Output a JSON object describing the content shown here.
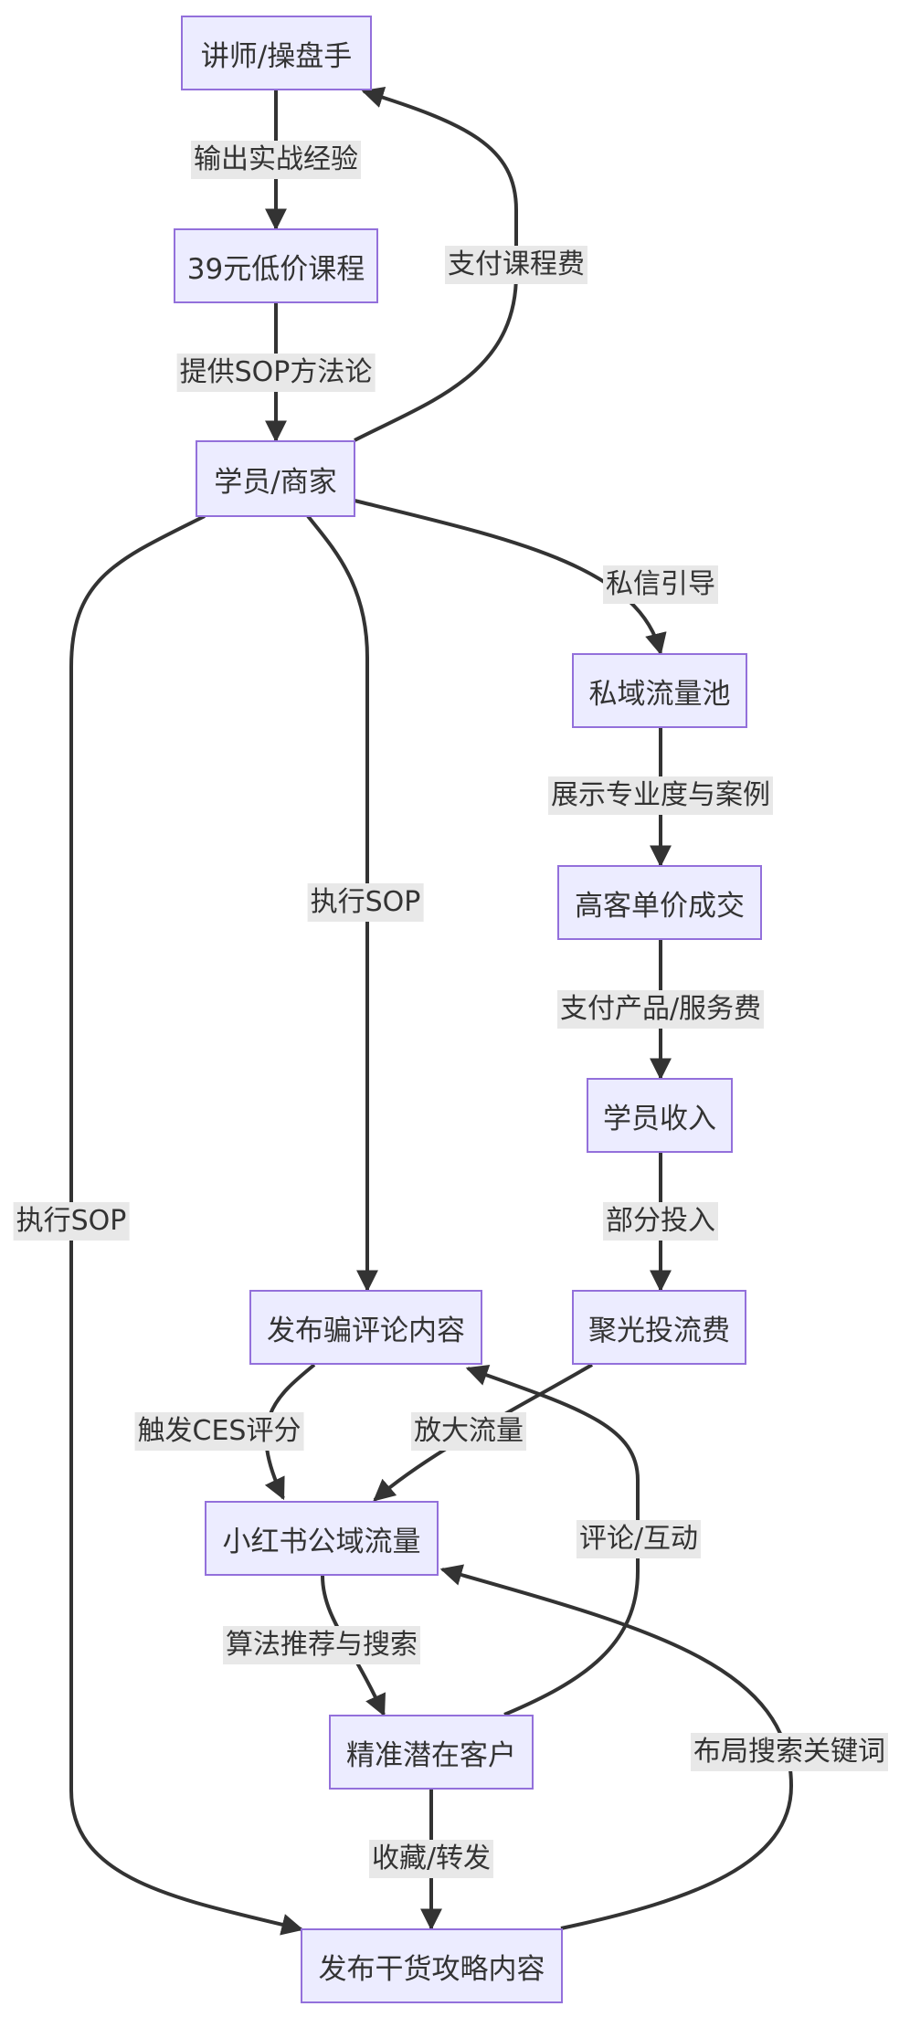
{
  "nodes": {
    "teacher": "讲师/操盘手",
    "course": "39元低价课程",
    "student": "学员/商家",
    "private_pool": "私域流量池",
    "high_price": "高客单价成交",
    "income": "学员收入",
    "ads": "聚光投流费",
    "fake_review": "发布骗评论内容",
    "public_traffic": "小红书公域流量",
    "target_customer": "精准潜在客户",
    "guide_content": "发布干货攻略内容"
  },
  "edges": {
    "output_experience": "输出实战经验",
    "provide_sop": "提供SOP方法论",
    "pay_course": "支付课程费",
    "dm_guide": "私信引导",
    "show_expertise": "展示专业度与案例",
    "pay_product": "支付产品/服务费",
    "partial_invest": "部分投入",
    "execute_sop_mid": "执行SOP",
    "execute_sop_left": "执行SOP",
    "trigger_ces": "触发CES评分",
    "amplify": "放大流量",
    "comment_interact": "评论/互动",
    "algo_search": "算法推荐与搜索",
    "keyword_layout": "布局搜索关键词",
    "save_share": "收藏/转发"
  },
  "colors": {
    "node_fill": "#ECECFF",
    "node_border": "#9370DB",
    "edge": "#333333",
    "label_bg": "#e8e8e8"
  }
}
